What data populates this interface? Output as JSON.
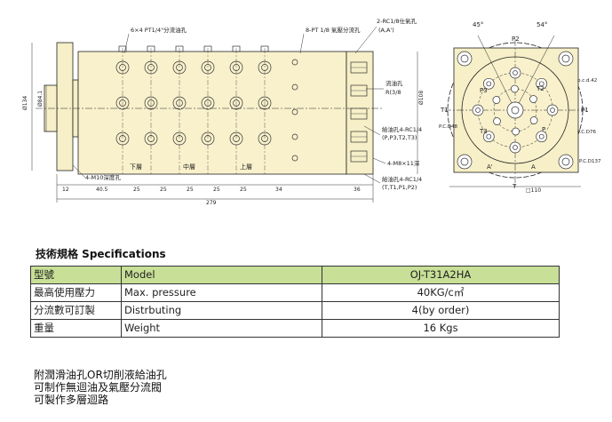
{
  "drawing": {
    "top_labels": {
      "ports_6x4": "6×4  PT1/4\"分流油孔",
      "ports_8": "8-PT 1/8 氣壓分流孔",
      "rc_top": "2-RC1/8仕氣孔",
      "rc_top_sub": "(A,A')",
      "oil_hole": "流油孔",
      "oil_hole_sub": "R(3/8",
      "supply_rc": "給油孔4-RC1/4",
      "supply_rc_sub": "(P,P3,T2,T3)",
      "m8": "4-M8×11深",
      "bottom_rc": "給油孔4-RC1/4",
      "bottom_rc_sub": "(T,T1,P1,P2)",
      "m10": "4-M10深度孔",
      "layer_low": "下層",
      "layer_mid": "中層",
      "layer_top": "上層"
    },
    "dims": {
      "d1": "12",
      "d2": "40.5",
      "d3": "25",
      "d4": "25",
      "d5": "25",
      "d6": "25",
      "d7": "25",
      "d8": "34",
      "d9": "36",
      "total": "279",
      "left_dia": "Ø134",
      "mid_dia": "Ø84.1",
      "right_dia": "Ø108",
      "sq": "□110"
    },
    "end_view": {
      "angle_l": "45°",
      "angle_r": "54°",
      "P2": "P2",
      "P3": "P3",
      "T2": "T2",
      "T1": "T1",
      "P1": "P1",
      "T3": "T3",
      "P": "P",
      "T": "T",
      "A": "A",
      "A_prime": "A'",
      "pcd42": "p.c.d.42",
      "pcd48": "P.C.D48",
      "pcd76": "P.C.D76",
      "pcd137": "P.C.D137"
    }
  },
  "specs": {
    "title": "技術規格  Specifications",
    "rows": [
      {
        "zh": "型號",
        "en": "Model",
        "value": "OJ-T31A2HA"
      },
      {
        "zh": "最高使用壓力",
        "en": "Max. pressure",
        "value": "40KG/c㎡"
      },
      {
        "zh": "分流數可訂製",
        "en": "Distrbuting",
        "value": "4(by order)"
      },
      {
        "zh": "重量",
        "en": "Weight",
        "value": "16 Kgs"
      }
    ]
  },
  "notes": [
    "附潤滑油孔OR切削液給油孔",
    "可制作無迴油及氣壓分流閥",
    "可製作多層迴路"
  ]
}
